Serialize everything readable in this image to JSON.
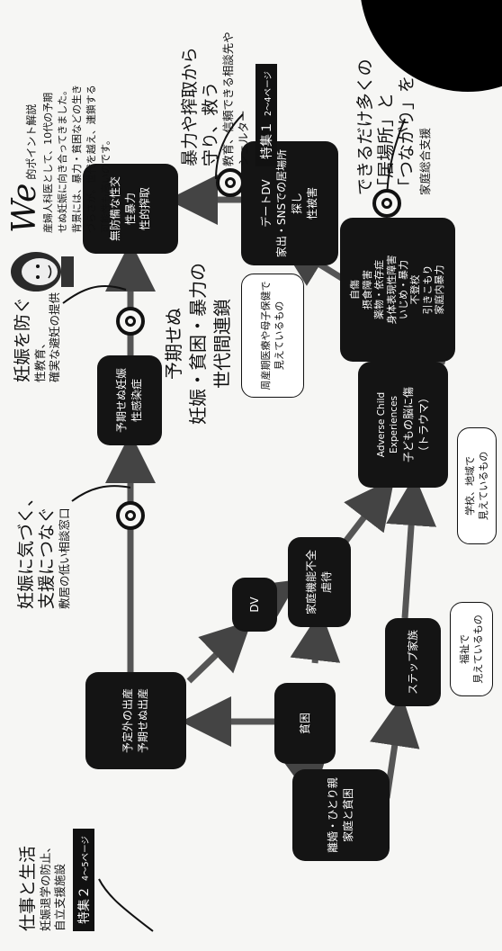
{
  "title": [
    "予期せぬ",
    "妊娠・貧困・暴力の",
    "世代間連鎖"
  ],
  "explainer": {
    "w_mark": "We",
    "title": "的ポイント解説",
    "lines": [
      "産婦人科医として、10代の予期",
      "せぬ妊娠に向き合ってきました。",
      "背景には、暴力・貧困などの生き",
      "づらさが。世代を越え、連鎖する",
      "可能性も高いのです。"
    ]
  },
  "callouts": {
    "feature1": {
      "heading": [
        "暴力や搾取から",
        "守り、救う"
      ],
      "sub": [
        "教育、信頼できる相談先や",
        "シェルター"
      ],
      "tag": "特集１",
      "pages": "2〜4ページ"
    },
    "feature2": {
      "heading": [
        "仕事と生活"
      ],
      "sub": [
        "妊娠退学の防止、",
        "自立支援施設"
      ],
      "tag": "特集２",
      "pages": "4〜5ページ"
    },
    "prevent": {
      "heading": [
        "妊娠を防ぐ"
      ],
      "sub": [
        "性教育、",
        "確実な避妊の提供"
      ]
    },
    "notice": {
      "heading": [
        "妊娠に気づく、",
        "支援につなぐ"
      ],
      "sub": [
        "敷居の低い相談窓口"
      ]
    },
    "ibasho": {
      "heading": [
        "できるだけ多くの",
        "「居場所」と",
        "「つながり」を"
      ],
      "sub": [
        "家庭総合支援"
      ]
    }
  },
  "boxes": {
    "unprotected_sex": [
      "無防備な性交",
      "性暴力",
      "性的搾取"
    ],
    "date_dv": [
      "デートDV",
      "家出・SNSでの居場所探し",
      "性被害"
    ],
    "self_issues": [
      "自傷",
      "摂食障害",
      "薬物・依存症",
      "身体表現性障害",
      "いじめ・暴力",
      "不登校",
      "引きこもり",
      "家庭内暴力"
    ],
    "unwanted_pregnancy": [
      "予期せぬ妊娠",
      "性感染症"
    ],
    "ace": [
      "Adverse Child",
      "Experiences",
      "子どもの脳に傷",
      "（トラウマ）"
    ],
    "unexpected_birth": [
      "予定外の出産",
      "予期せぬ出産"
    ],
    "dv": [
      "DV"
    ],
    "dysfunction": [
      "家庭機能不全",
      "虐待"
    ],
    "poverty": [
      "貧困"
    ],
    "divorce": [
      "離婚・ひとり親",
      "家庭と貧困"
    ],
    "stepfamily": [
      "ステップ家族"
    ]
  },
  "notes": {
    "medical": [
      "周産期医療や母子保健で",
      "見えているもの"
    ],
    "school": [
      "学校、地域で",
      "見えているもの"
    ],
    "welfare": [
      "福祉で",
      "見えているもの"
    ]
  },
  "colors": {
    "box": "#141414",
    "ink": "#111111",
    "paper": "#f6f6f4",
    "arrow": "#555555"
  }
}
